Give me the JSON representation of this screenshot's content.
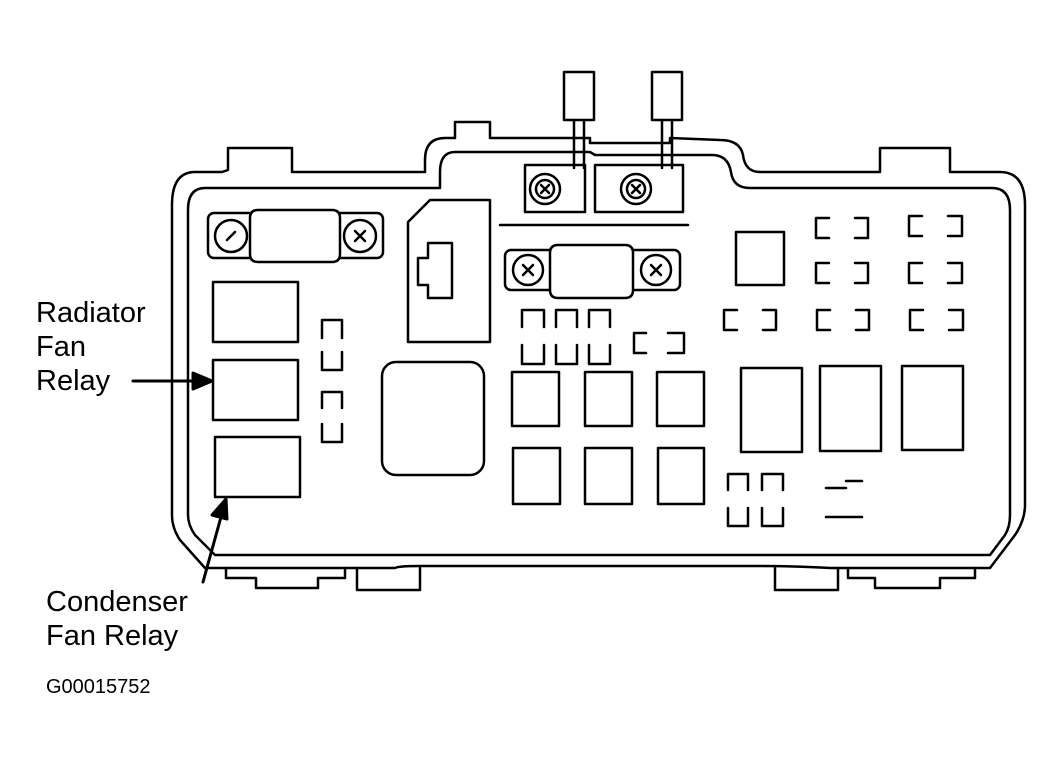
{
  "callouts": {
    "radiator": {
      "lines": [
        "Radiator",
        "Fan",
        "Relay"
      ]
    },
    "condenser": {
      "lines": [
        "Condenser",
        "Fan Relay"
      ]
    }
  },
  "figure_code": "G00015752",
  "colors": {
    "ink": "#000000",
    "paper": "#ffffff"
  }
}
